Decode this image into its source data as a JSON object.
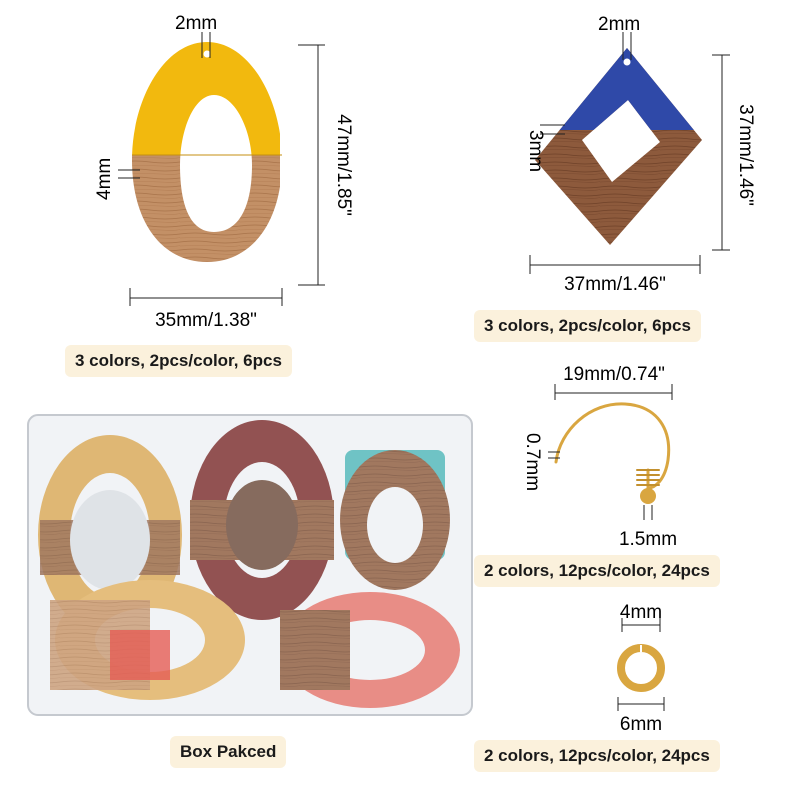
{
  "oval": {
    "top_label": "2mm",
    "side_label": "4mm",
    "height_label": "47mm/1.85\"",
    "width_label": "35mm/1.38\"",
    "caption": "3 colors, 2pcs/color, 6pcs"
  },
  "rhombus": {
    "top_label": "2mm",
    "side_label": "3mm",
    "height_label": "37mm/1.46\"",
    "width_label": "37mm/1.46\"",
    "caption": "3 colors, 2pcs/color, 6pcs"
  },
  "hook": {
    "width_label": "19mm/0.74\"",
    "wire_label": "0.7mm",
    "ball_label": "1.5mm",
    "caption": "2 colors, 12pcs/color, 24pcs"
  },
  "ring": {
    "inner_label": "4mm",
    "outer_label": "6mm",
    "caption": "2 colors, 12pcs/color, 24pcs"
  },
  "box": {
    "caption": "Box Pakced"
  },
  "colors": {
    "yellow_resin": "#f2b90e",
    "blue_resin": "#2f49a8",
    "wood": "#c08e62",
    "gold": "#d9a640",
    "caption_bg": "#fbf1dc"
  }
}
